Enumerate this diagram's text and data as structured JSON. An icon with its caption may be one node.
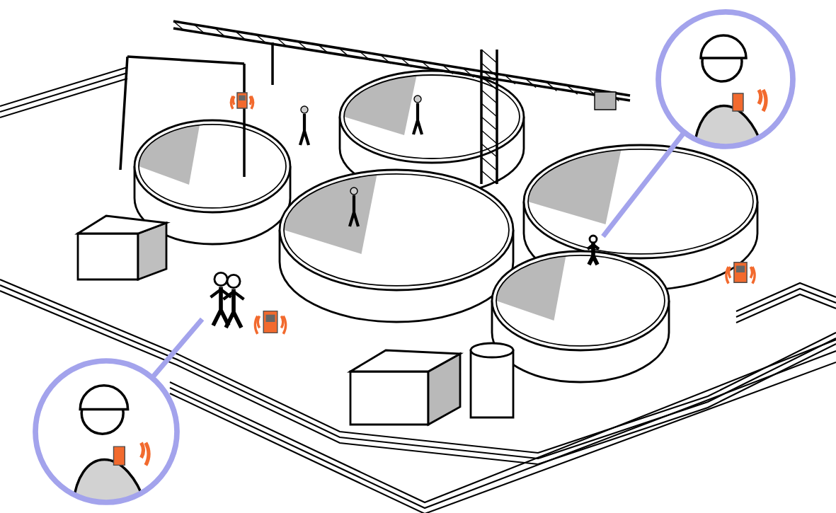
{
  "diagram": {
    "nodes": [
      {
        "text": [],
        "shape": "picture"
      },
      {
        "text": [],
        "shape": "person"
      },
      {
        "text": [],
        "shape": "picture"
      },
      {
        "text": [],
        "shape": "person"
      }
    ],
    "edges": [
      {
        "from": 0,
        "to": 1,
        "arrow": "none"
      },
      {
        "from": 2,
        "to": 3,
        "arrow": "none"
      }
    ]
  }
}
